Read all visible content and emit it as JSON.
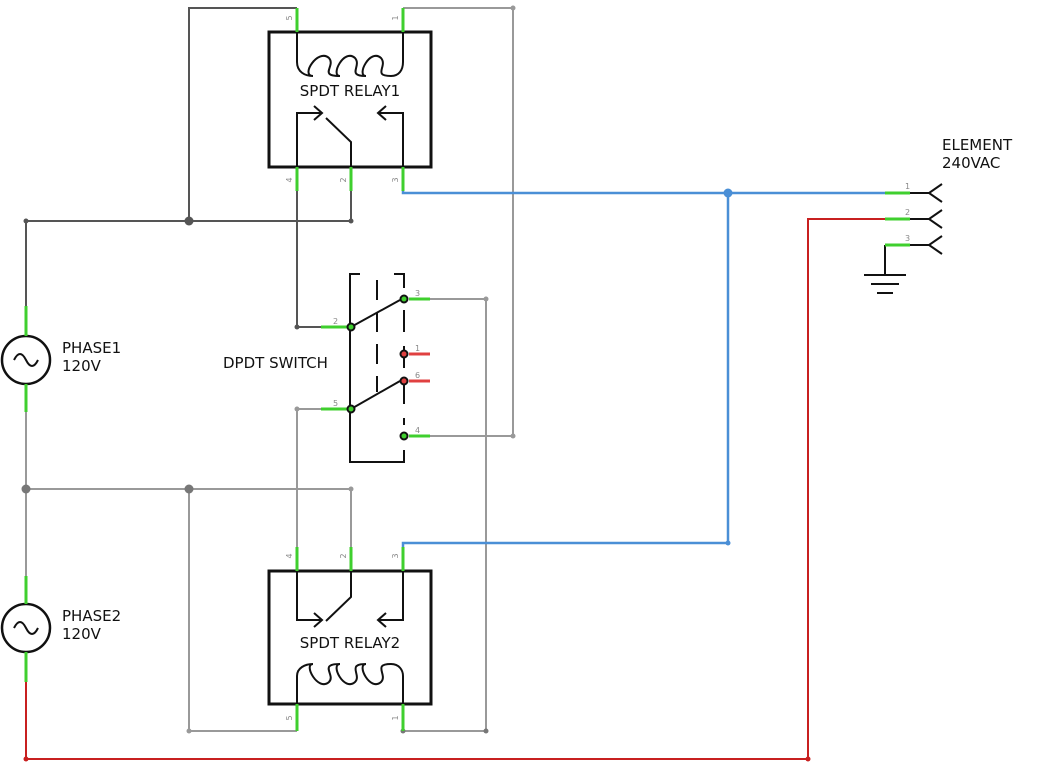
{
  "labels": {
    "relay1": "SPDT RELAY1",
    "relay2": "SPDT RELAY2",
    "switch": "DPDT SWITCH",
    "phase1_name": "PHASE1",
    "phase1_voltage": "120V",
    "phase2_name": "PHASE2",
    "phase2_voltage": "120V",
    "element_name": "ELEMENT",
    "element_voltage": "240VAC"
  },
  "pins": {
    "relay1": {
      "p5": "5",
      "p1": "1",
      "p4": "4",
      "p2": "2",
      "p3": "3"
    },
    "relay2": {
      "p4": "4",
      "p2": "2",
      "p3": "3",
      "p5": "5",
      "p1": "1"
    },
    "switch": {
      "p2": "2",
      "p3": "3",
      "p1": "1",
      "p6": "6",
      "p5": "5",
      "p4": "4"
    },
    "element": {
      "p1": "1",
      "p2": "2",
      "p3": "3"
    }
  },
  "colors": {
    "wire_dark": "#555555",
    "wire_gray": "#999999",
    "wire_blue": "#4a8fd6",
    "wire_red": "#c82020",
    "pin_green": "#3fcf2e",
    "pin_red": "#e04040",
    "outline": "#111111"
  }
}
